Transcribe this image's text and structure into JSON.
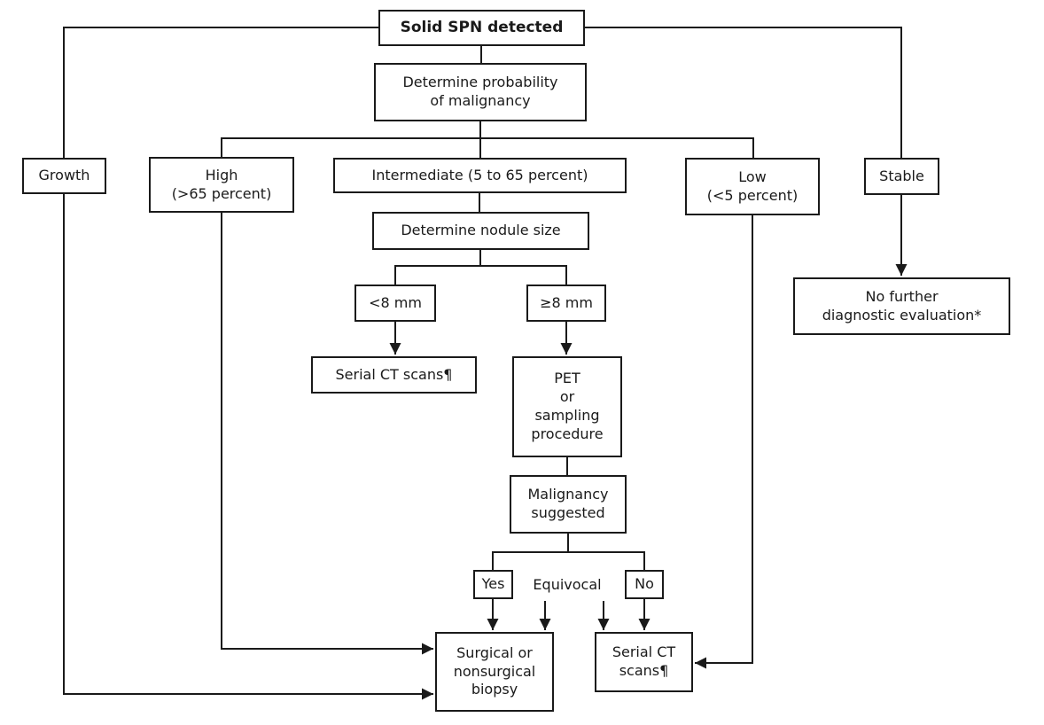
{
  "diagram": {
    "type": "flowchart",
    "topic": "Evaluation of solid solitary pulmonary nodule (SPN)"
  },
  "colors": {
    "ink": "#1a1a1a",
    "background": "#ffffff"
  },
  "nodes": {
    "solid_spn": "Solid SPN detected",
    "determine_probability": "Determine probability\nof malignancy",
    "growth": "Growth",
    "high": "High\n(>65 percent)",
    "intermediate": "Intermediate (5 to 65 percent)",
    "low": "Low\n(<5 percent)",
    "stable": "Stable",
    "no_further": "No further\ndiagnostic evaluation*",
    "determine_nodule_size": "Determine nodule size",
    "lt_8mm": "<8 mm",
    "ge_8mm": "≥8 mm",
    "serial_ct_upper": "Serial CT scans¶",
    "pet": "PET\nor\nsampling\nprocedure",
    "malignancy": "Malignancy\nsuggested",
    "yes": "Yes",
    "equivocal": "Equivocal",
    "no": "No",
    "biopsy": "Surgical or\nnonsurgical\nbiopsy",
    "serial_ct_lower": "Serial CT\nscans¶"
  }
}
